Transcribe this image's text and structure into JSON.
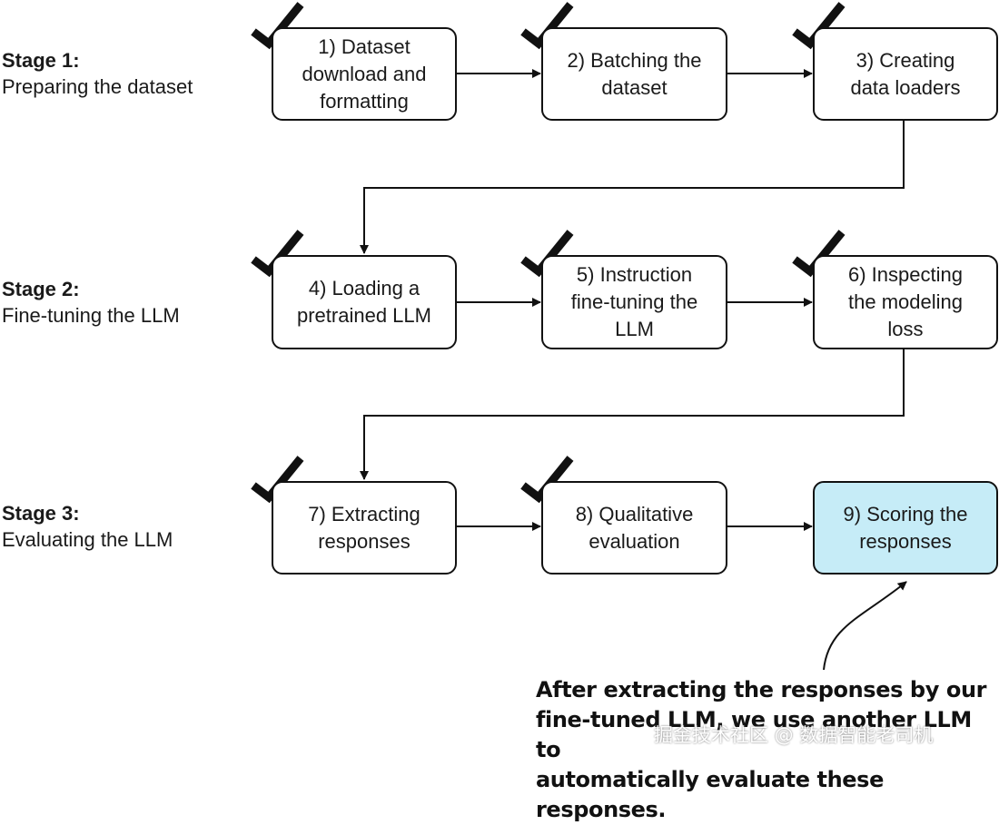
{
  "stages": [
    {
      "title": "Stage 1:",
      "subtitle": "Preparing the dataset"
    },
    {
      "title": "Stage 2:",
      "subtitle": "Fine-tuning the LLM"
    },
    {
      "title": "Stage 3:",
      "subtitle": "Evaluating the LLM"
    }
  ],
  "steps": [
    {
      "label": "1) Dataset\ndownload and\nformatting",
      "checked": true
    },
    {
      "label": "2) Batching the\ndataset",
      "checked": true
    },
    {
      "label": "3) Creating\ndata loaders",
      "checked": true
    },
    {
      "label": "4) Loading a\npretrained LLM",
      "checked": true
    },
    {
      "label": "5) Instruction\nfine-tuning the\nLLM",
      "checked": true
    },
    {
      "label": "6) Inspecting\nthe modeling\nloss",
      "checked": true
    },
    {
      "label": "7) Extracting\nresponses",
      "checked": true
    },
    {
      "label": "8) Qualitative\nevaluation",
      "checked": true
    },
    {
      "label": "9) Scoring the\nresponses",
      "checked": false,
      "highlight": true
    }
  ],
  "annotation": "After extracting the responses by our\nfine-tuned LLM, we use another LLM to\nautomatically evaluate these responses.",
  "watermark": "掘金技术社区 @ 数据智能老司机",
  "colors": {
    "highlight": "#c6ecf7",
    "line": "#111111"
  }
}
